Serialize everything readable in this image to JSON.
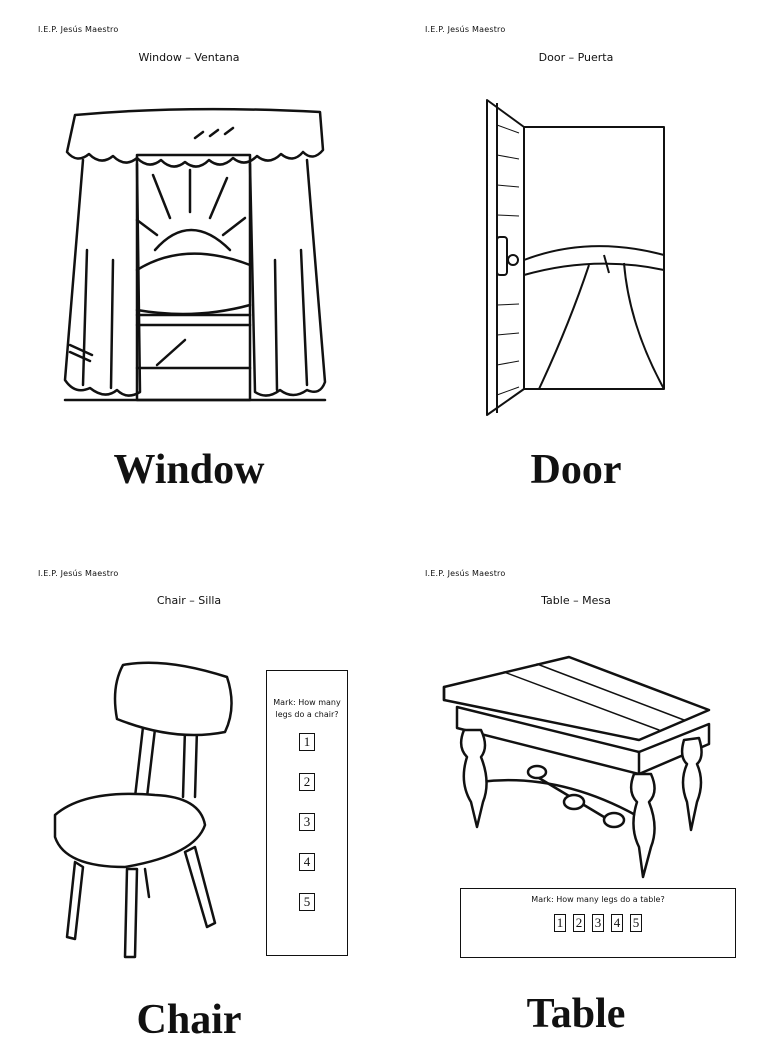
{
  "school": "I.E.P. Jesús Maestro",
  "cards": [
    {
      "subtitle": "Window – Ventana",
      "word": "Window",
      "icon": "window-with-curtains"
    },
    {
      "subtitle": "Door – Puerta",
      "word": "Door",
      "icon": "open-door"
    },
    {
      "subtitle": "Chair – Silla",
      "word": "Chair",
      "icon": "chair",
      "quiz": {
        "question": "Mark: How many legs do a chair?",
        "options": [
          "1",
          "2",
          "3",
          "4",
          "5"
        ]
      }
    },
    {
      "subtitle": "Table – Mesa",
      "word": "Table",
      "icon": "table",
      "quiz": {
        "question": "Mark: How many legs do a table?",
        "options": [
          "1",
          "2",
          "3",
          "4",
          "5"
        ]
      }
    }
  ]
}
